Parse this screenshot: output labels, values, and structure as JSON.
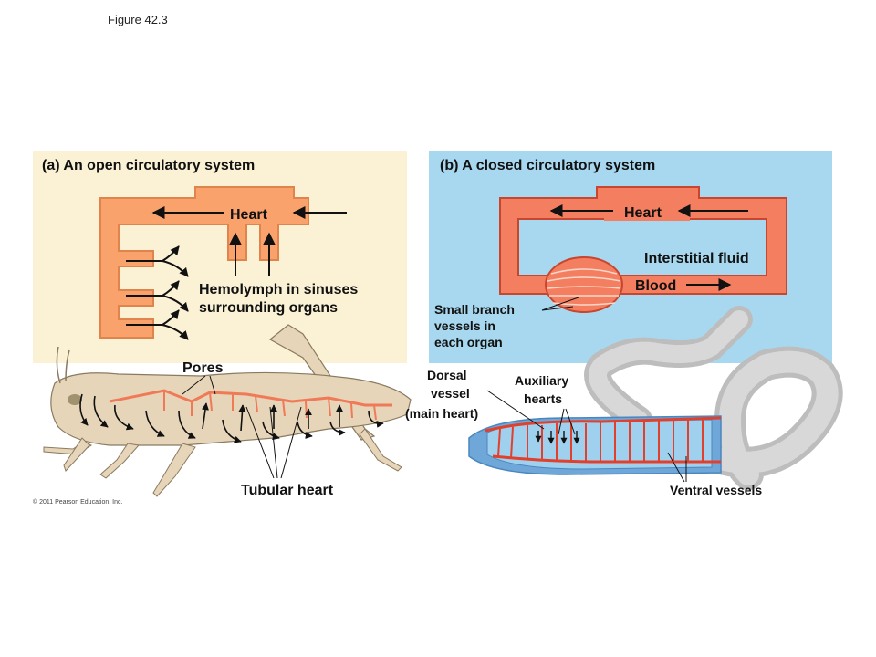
{
  "figure_label": "Figure 42.3",
  "panel_a": {
    "title": "(a) An open circulatory system",
    "heart_label": "Heart",
    "hemolymph_line1": "Hemolymph in sinuses",
    "hemolymph_line2": "surrounding organs",
    "pores_label": "Pores",
    "tubular_heart_label": "Tubular heart"
  },
  "panel_b": {
    "title": "(b) A closed circulatory system",
    "heart_label": "Heart",
    "interstitial_label": "Interstitial fluid",
    "blood_label": "Blood",
    "small_branch_line1": "Small branch",
    "small_branch_line2": "vessels in",
    "small_branch_line3": "each organ",
    "dorsal_line1": "Dorsal",
    "dorsal_line2": "vessel",
    "dorsal_line3": "(main heart)",
    "auxiliary_line1": "Auxiliary",
    "auxiliary_line2": "hearts",
    "ventral_label": "Ventral vessels"
  },
  "copyright": "© 2011 Pearson Education, Inc.",
  "colors": {
    "panel_a_bg": "#fbf2d6",
    "panel_b_bg": "#a8d8ef",
    "vessel_fill": "#f47f60",
    "vessel_stroke": "#c8452e",
    "open_vessel_fill": "#f9a26c"
  }
}
